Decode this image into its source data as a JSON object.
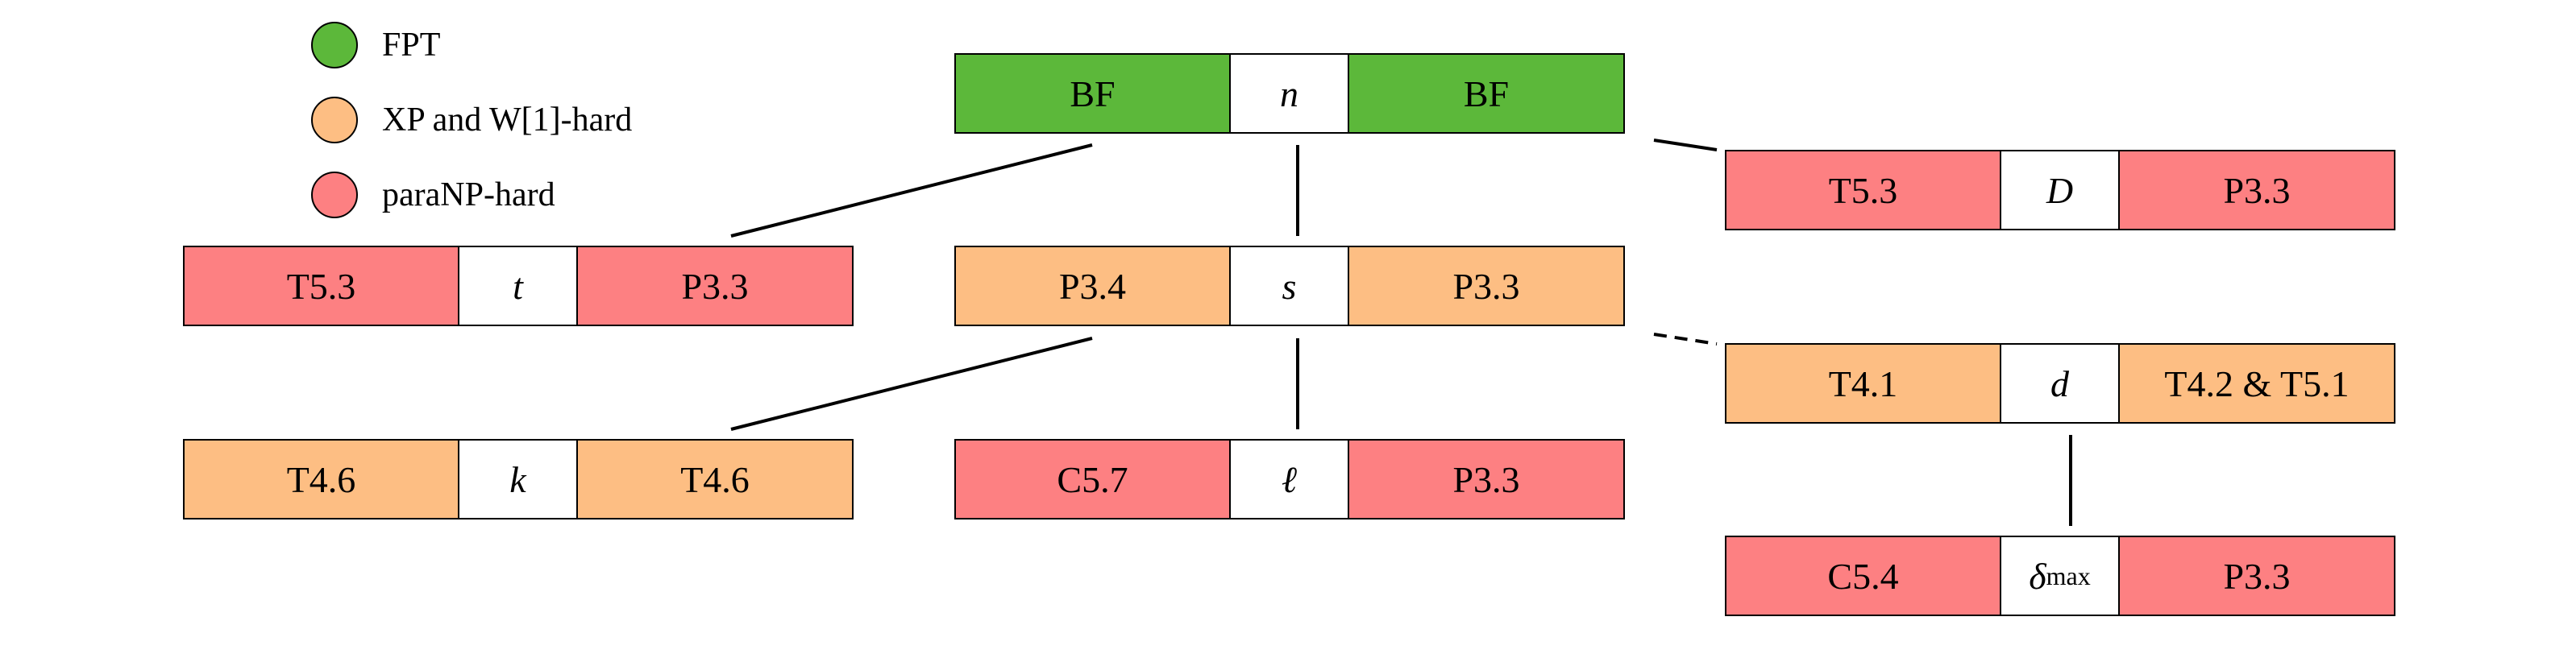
{
  "colors": {
    "fpt": "#5cb83a",
    "xp": "#fdbe83",
    "paranp": "#fd8082"
  },
  "legend": [
    {
      "label": "FPT",
      "color_key": "fpt"
    },
    {
      "label": "XP and W[1]-hard",
      "color_key": "xp"
    },
    {
      "label": "paraNP-hard",
      "color_key": "paranp"
    }
  ],
  "nodes": {
    "n": {
      "left": "BF",
      "param": "n",
      "right": "BF",
      "left_color": "fpt",
      "right_color": "fpt"
    },
    "t": {
      "left": "T5.3",
      "param": "t",
      "right": "P3.3",
      "left_color": "paranp",
      "right_color": "paranp"
    },
    "s": {
      "left": "P3.4",
      "param": "s",
      "right": "P3.3",
      "left_color": "xp",
      "right_color": "xp"
    },
    "D": {
      "left": "T5.3",
      "param": "D",
      "right": "P3.3",
      "left_color": "paranp",
      "right_color": "paranp"
    },
    "k": {
      "left": "T4.6",
      "param": "k",
      "right": "T4.6",
      "left_color": "xp",
      "right_color": "xp"
    },
    "l": {
      "left": "C5.7",
      "param": "ℓ",
      "right": "P3.3",
      "left_color": "paranp",
      "right_color": "paranp"
    },
    "d": {
      "left": "T4.1",
      "param": "d",
      "right": "T4.2 & T5.1",
      "left_color": "xp",
      "right_color": "xp"
    },
    "dmax": {
      "left": "C5.4",
      "param": "δ",
      "param_sub": "max",
      "right": "P3.3",
      "left_color": "paranp",
      "right_color": "paranp"
    }
  },
  "edges": [
    {
      "from": "n",
      "to": "t",
      "style": "solid"
    },
    {
      "from": "n",
      "to": "s",
      "style": "solid"
    },
    {
      "from": "n",
      "to": "D",
      "style": "solid"
    },
    {
      "from": "s",
      "to": "k",
      "style": "solid"
    },
    {
      "from": "s",
      "to": "l",
      "style": "solid"
    },
    {
      "from": "s",
      "to": "d",
      "style": "dashed"
    },
    {
      "from": "d",
      "to": "dmax",
      "style": "solid"
    }
  ]
}
